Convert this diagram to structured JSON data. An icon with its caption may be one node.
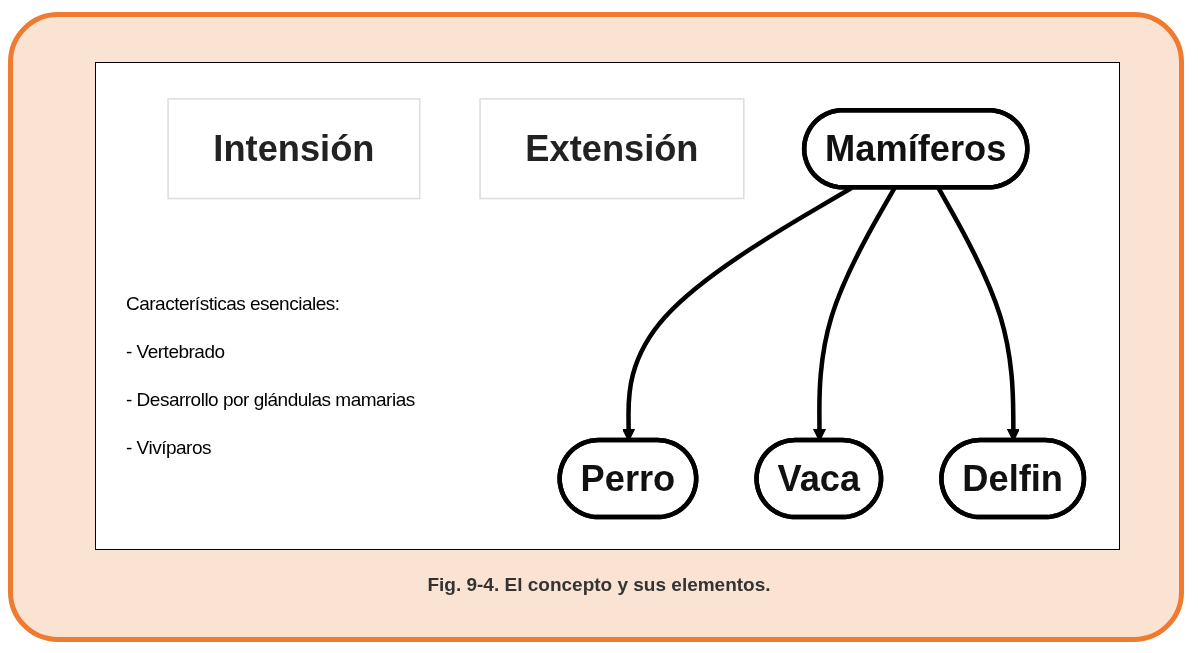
{
  "diagram": {
    "caption": "Fig. 9-4.  El concepto y sus elementos.",
    "nodes": [
      {
        "text": [
          "Intensión"
        ]
      },
      {
        "text": [
          "Extensión"
        ]
      },
      {
        "text": [
          "Mamíferos"
        ]
      },
      {
        "text": [
          "Perro"
        ]
      },
      {
        "text": [
          "Vaca"
        ]
      },
      {
        "text": [
          "Delfin"
        ]
      }
    ],
    "edges": [
      {
        "from": 2,
        "to": 3,
        "arrow": "to"
      },
      {
        "from": 2,
        "to": 4,
        "arrow": "to"
      },
      {
        "from": 2,
        "to": 5,
        "arrow": "to"
      }
    ],
    "labels": [
      "Características esenciales:",
      "- Vertebrado",
      "- Desarrollo por glándulas mamarias",
      "- Vivíparos"
    ]
  }
}
